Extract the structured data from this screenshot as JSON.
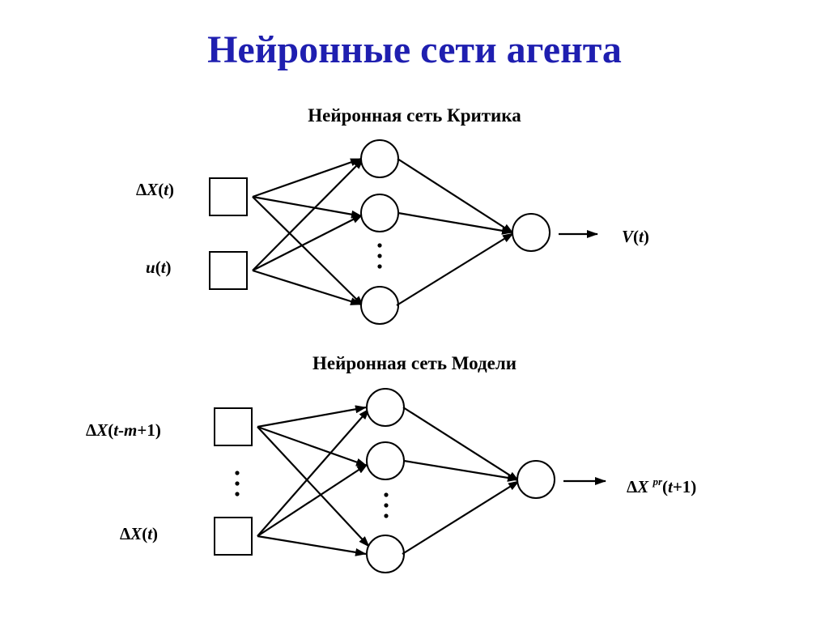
{
  "title": "Нейронные сети агента",
  "critic": {
    "title": "Нейронная сеть Критика",
    "input1": {
      "delta": "Δ",
      "var": "X",
      "open": "(",
      "arg": "t",
      "close": ")"
    },
    "input2": {
      "var": "u",
      "open": "(",
      "arg": "t",
      "close": ")"
    },
    "output": {
      "var": "V",
      "open": "(",
      "arg": "t",
      "close": ")"
    }
  },
  "model": {
    "title": "Нейронная сеть Модели",
    "input1": {
      "delta": "Δ",
      "var": "X",
      "open": "(",
      "t": "t",
      "dash": "-",
      "m": "m",
      "tail": "+1)"
    },
    "input2": {
      "delta": "Δ",
      "var": "X",
      "open": "(",
      "arg": "t",
      "close": ")"
    },
    "output": {
      "delta": "Δ",
      "var": "X",
      "sup": "pr",
      "open": "(",
      "arg": "t",
      "tail": "+1)"
    }
  },
  "colors": {
    "title": "#1f1fb0",
    "stroke": "#000000"
  },
  "icons": [
    "input-square",
    "neuron-circle",
    "arrow-right",
    "ellipsis-vertical"
  ]
}
